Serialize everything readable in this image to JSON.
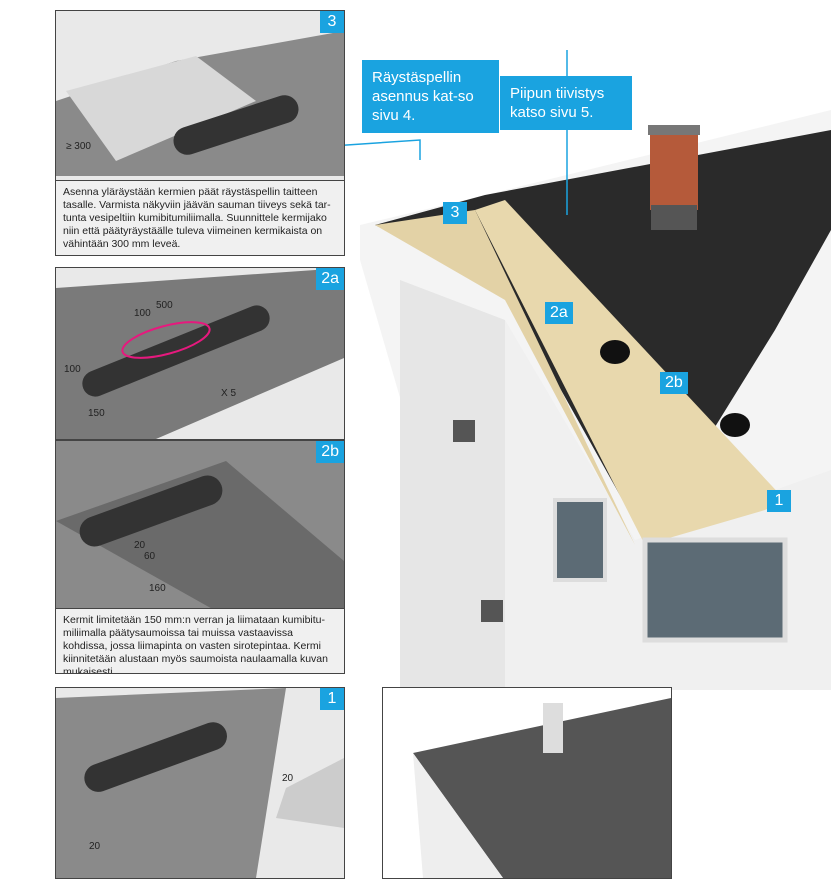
{
  "callouts": {
    "eaves": "Räystäspellin asennus kat-so sivu 4.",
    "chimney": "Piipun tiivistys katso sivu 5."
  },
  "panels": {
    "p3": {
      "badge": "3",
      "dims": [
        "≥ 300"
      ],
      "caption": "Asenna yläräystään kermien päät räystäspellin taitteen tasalle. Varmista näkyviin jäävän sauman tiiveys sekä tar-tunta vesipeltiin kumibitumiliimalla. Suunnittele kermijako niin että päätyräystäälle tuleva viimeinen kermikaista on vähintään 300 mm leveä."
    },
    "p2a": {
      "badge": "2a",
      "dims": [
        "500",
        "100",
        "100",
        "150",
        "X 5"
      ]
    },
    "p2b": {
      "badge": "2b",
      "dims": [
        "20",
        "60",
        "160"
      ],
      "caption": "Kermit limitetään 150 mm:n verran ja liimataan kumibitu-miliimalla päätysaumoissa tai muissa vastaavissa kohdissa, jossa liimapinta on vasten sirotepintaa.  Kermi kiinnitetään alustaan myös saumoista naulaamalla kuvan mukaisesti."
    },
    "p1": {
      "badge": "1",
      "dims": [
        "20",
        "20"
      ]
    }
  },
  "house_labels": {
    "l3": "3",
    "l2a": "2a",
    "l2b": "2b",
    "l1": "1"
  }
}
